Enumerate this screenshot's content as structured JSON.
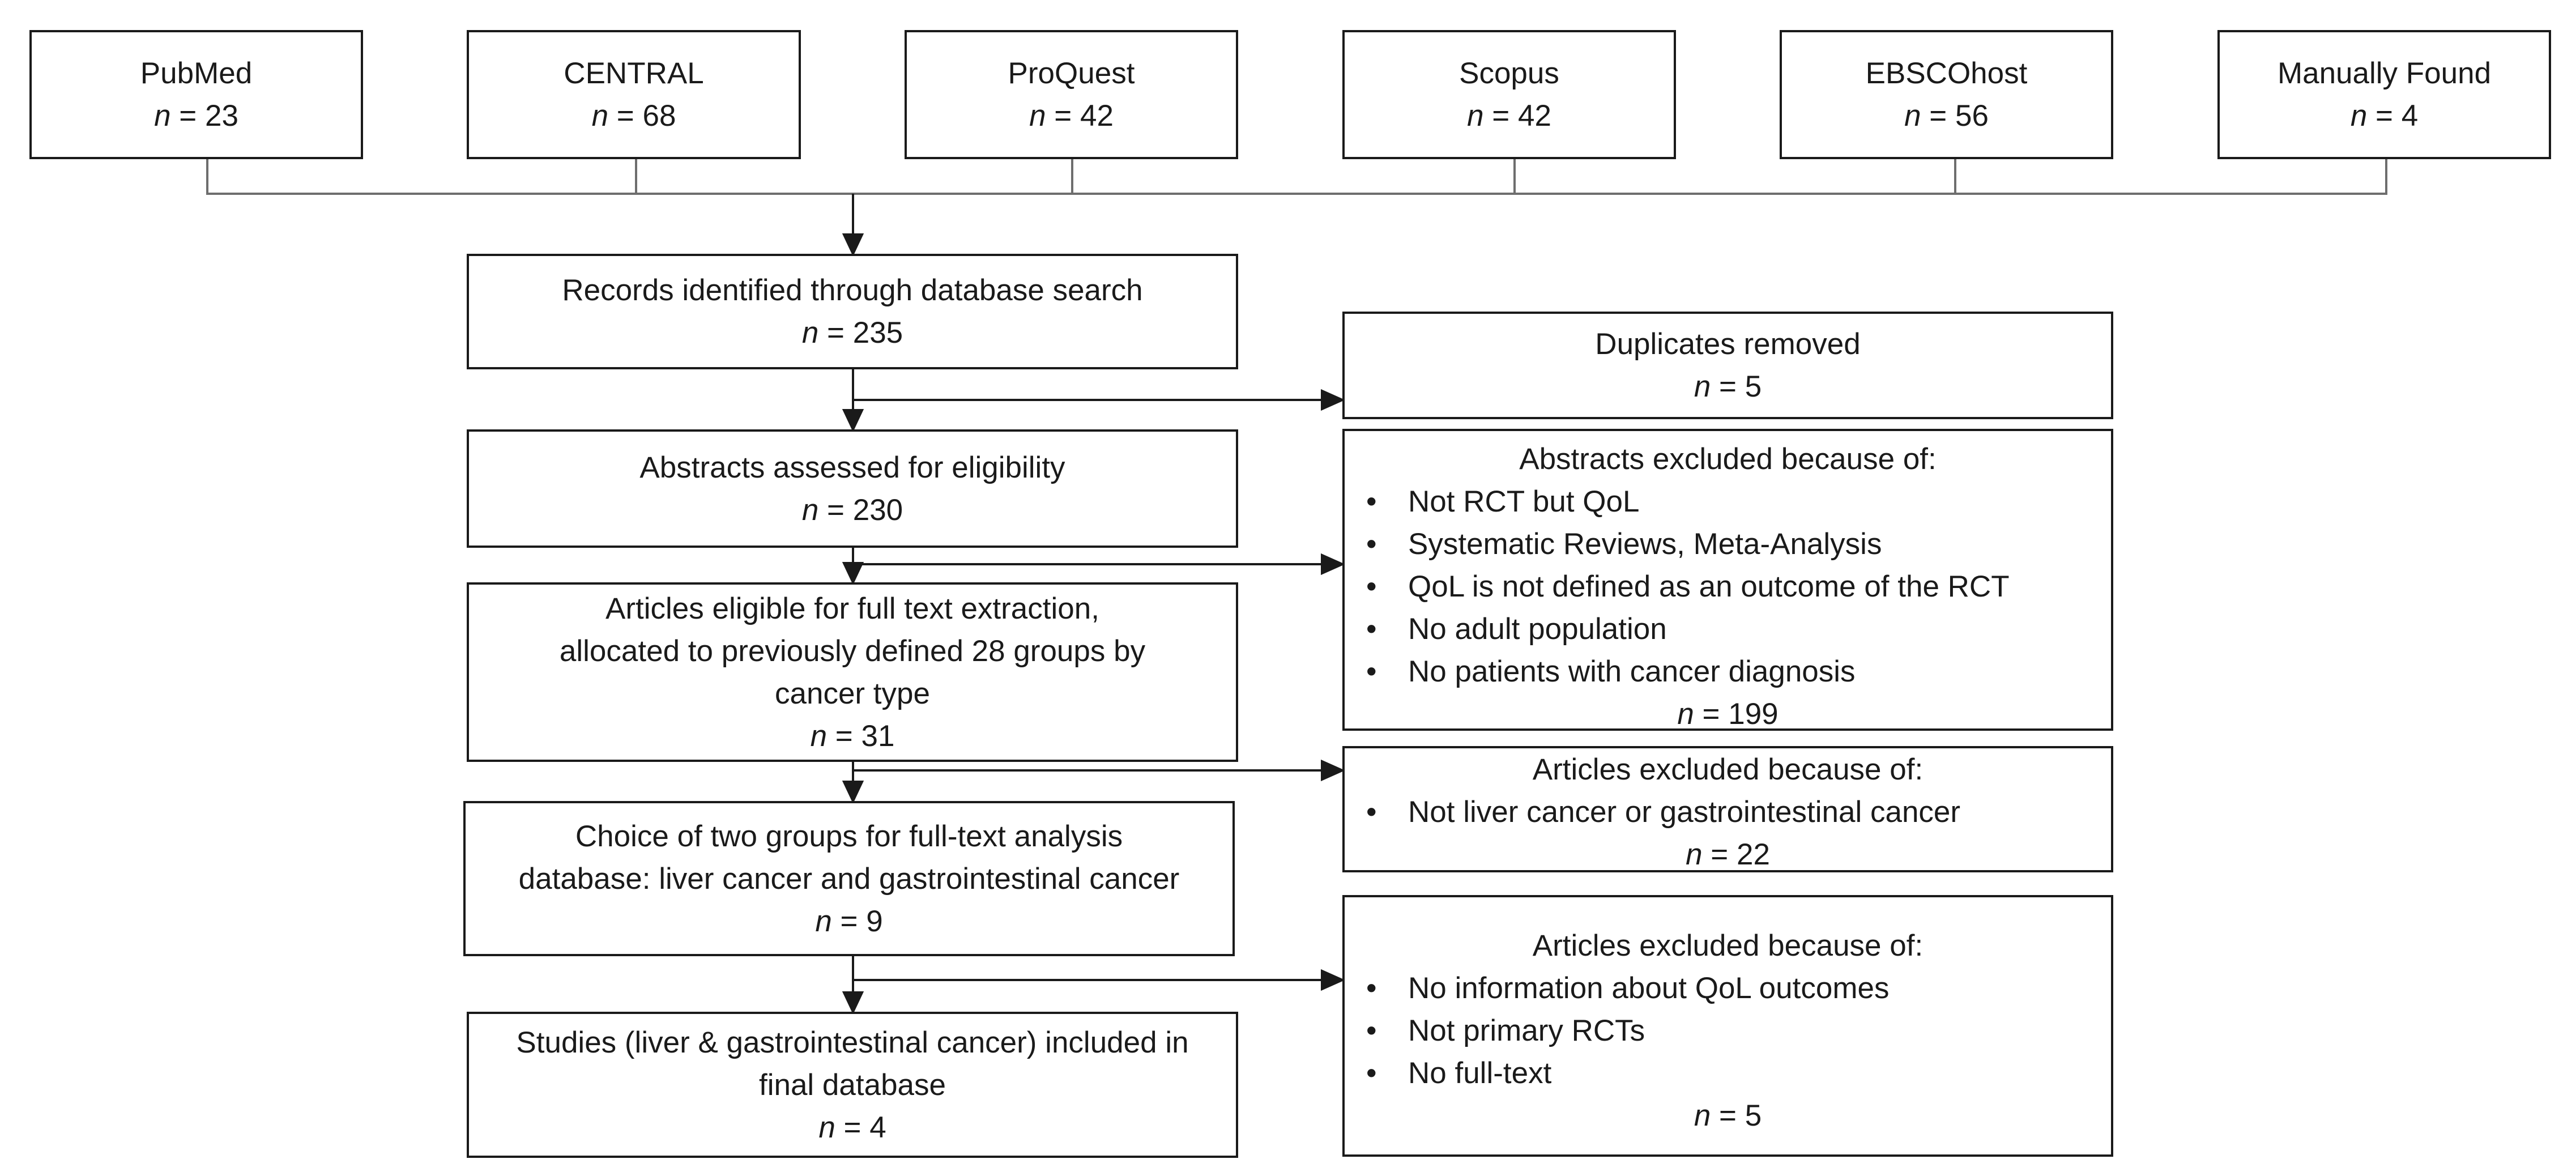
{
  "sources": [
    {
      "label": "PubMed",
      "n": "23"
    },
    {
      "label": "CENTRAL",
      "n": "68"
    },
    {
      "label": "ProQuest",
      "n": "42"
    },
    {
      "label": "Scopus",
      "n": "42"
    },
    {
      "label": "EBSCOhost",
      "n": "56"
    },
    {
      "label": "Manually Found",
      "n": "4"
    }
  ],
  "n_symbol": "n",
  "n_eq": " = ",
  "steps": {
    "records": {
      "lines": [
        "Records identified through database search"
      ],
      "n": "235"
    },
    "abstracts": {
      "lines": [
        "Abstracts assessed for eligibility"
      ],
      "n": "230"
    },
    "eligible": {
      "lines": [
        "Articles eligible for full text extraction,",
        "allocated to previously defined 28 groups by",
        "cancer type"
      ],
      "n": "31"
    },
    "choice": {
      "lines": [
        "Choice of two groups for full-text analysis",
        "database: liver cancer and gastrointestinal cancer"
      ],
      "n": "9"
    },
    "included": {
      "lines": [
        "Studies (liver & gastrointestinal cancer) included in",
        "final database"
      ],
      "n": "4"
    }
  },
  "exclusions": {
    "duplicates": {
      "title": "Duplicates removed",
      "items": [],
      "n": "5"
    },
    "abstracts_excluded": {
      "title": "Abstracts excluded because of:",
      "items": [
        "Not RCT but QoL",
        "Systematic Reviews,  Meta-Analysis",
        "QoL is not defined as an outcome of the RCT",
        "No adult population",
        "No patients with cancer diagnosis"
      ],
      "n": "199"
    },
    "articles_excluded_1": {
      "title": "Articles excluded because of:",
      "items": [
        "Not liver cancer or gastrointestinal cancer"
      ],
      "n": "22"
    },
    "articles_excluded_2": {
      "title": "Articles excluded because of:",
      "items": [
        "No information about QoL outcomes",
        "Not primary RCTs",
        "No full-text"
      ],
      "n": "5"
    }
  },
  "colors": {
    "stroke": "#1a1a1a",
    "background": "#ffffff",
    "connector": "#6e6e6e"
  }
}
